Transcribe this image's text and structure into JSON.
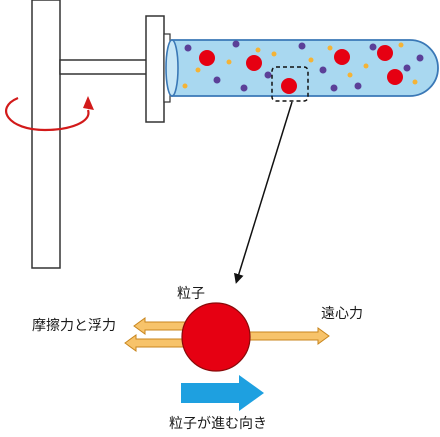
{
  "labels": {
    "particle": "粒子",
    "friction_buoyancy": "摩擦力と浮力",
    "centrifugal": "遠心力",
    "direction": "粒子が進む向き"
  },
  "colors": {
    "frame_stroke": "#333333",
    "tube_fill": "#a9d8f0",
    "tube_stroke": "#3a78b6",
    "particle_red": "#e60012",
    "particle_purple": "#5b3f98",
    "particle_yellow": "#f5b335",
    "force_arrow": "#f7c36a",
    "direction_arrow": "#1ea0e0",
    "rotation_arrow": "#d21a1a"
  },
  "icons": [
    "rotation-arrow-icon",
    "magnify-dashed-box-icon",
    "pointer-arrow-icon"
  ]
}
